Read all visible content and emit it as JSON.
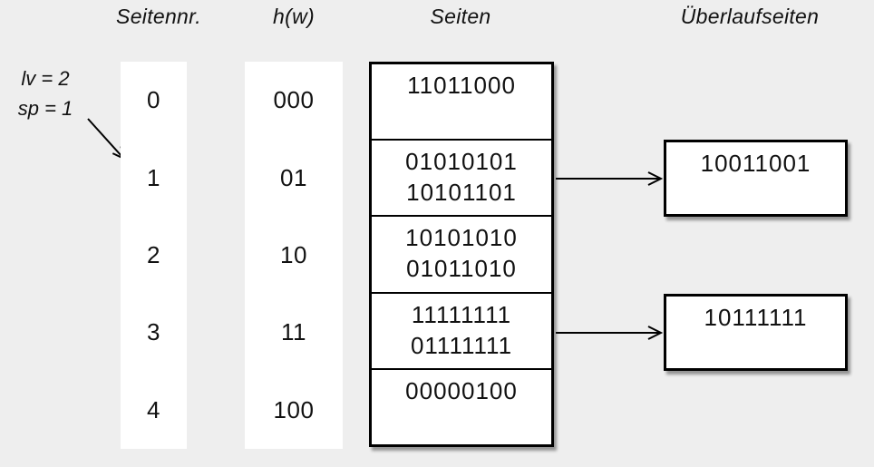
{
  "headers": {
    "col_pagenr": "Seitennr.",
    "col_hash": "h(w)",
    "col_pages": "Seiten",
    "col_overflow": "Überlaufseiten"
  },
  "annotation": {
    "lv": "lv = 2",
    "sp": "sp = 1"
  },
  "rows": [
    {
      "page_nr": "0",
      "hash": "000",
      "entries": [
        "11011000"
      ],
      "overflow": null
    },
    {
      "page_nr": "1",
      "hash": "01",
      "entries": [
        "01010101",
        "10101101"
      ],
      "overflow": "10011001"
    },
    {
      "page_nr": "2",
      "hash": "10",
      "entries": [
        "10101010",
        "01011010"
      ],
      "overflow": null
    },
    {
      "page_nr": "3",
      "hash": "11",
      "entries": [
        "11111111",
        "01111111"
      ],
      "overflow": "10111111"
    },
    {
      "page_nr": "4",
      "hash": "100",
      "entries": [
        "00000100"
      ],
      "overflow": null
    }
  ],
  "colors": {
    "background": "#eeeeee",
    "box_fill": "#ffffff",
    "line": "#000000"
  }
}
